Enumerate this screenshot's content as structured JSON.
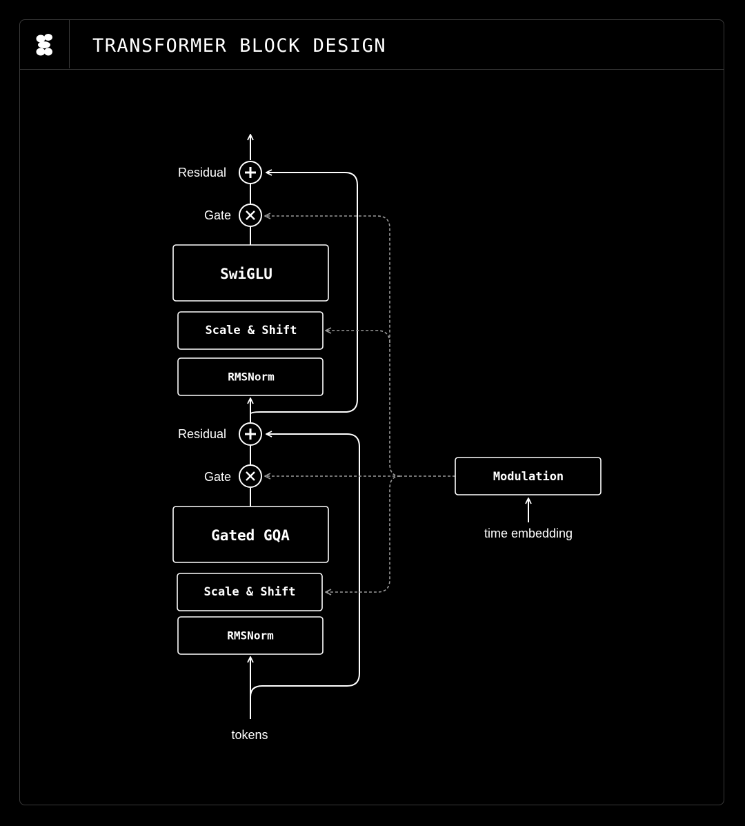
{
  "header": {
    "title": "TRANSFORMER BLOCK DESIGN",
    "logo_icon": "stacked-pebbles-logo-icon"
  },
  "upper_block": {
    "residual_label": "Residual",
    "gate_label": "Gate",
    "main_box": "SwiGLU",
    "scale_shift": "Scale & Shift",
    "norm": "RMSNorm"
  },
  "lower_block": {
    "residual_label": "Residual",
    "gate_label": "Gate",
    "main_box": "Gated GQA",
    "scale_shift": "Scale & Shift",
    "norm": "RMSNorm"
  },
  "modulation": {
    "box": "Modulation",
    "input_label": "time embedding"
  },
  "input_label": "tokens",
  "colors": {
    "background": "#000000",
    "line": "#ffffff",
    "dashed": "#9a9a9a",
    "border": "#3a3a3a"
  }
}
